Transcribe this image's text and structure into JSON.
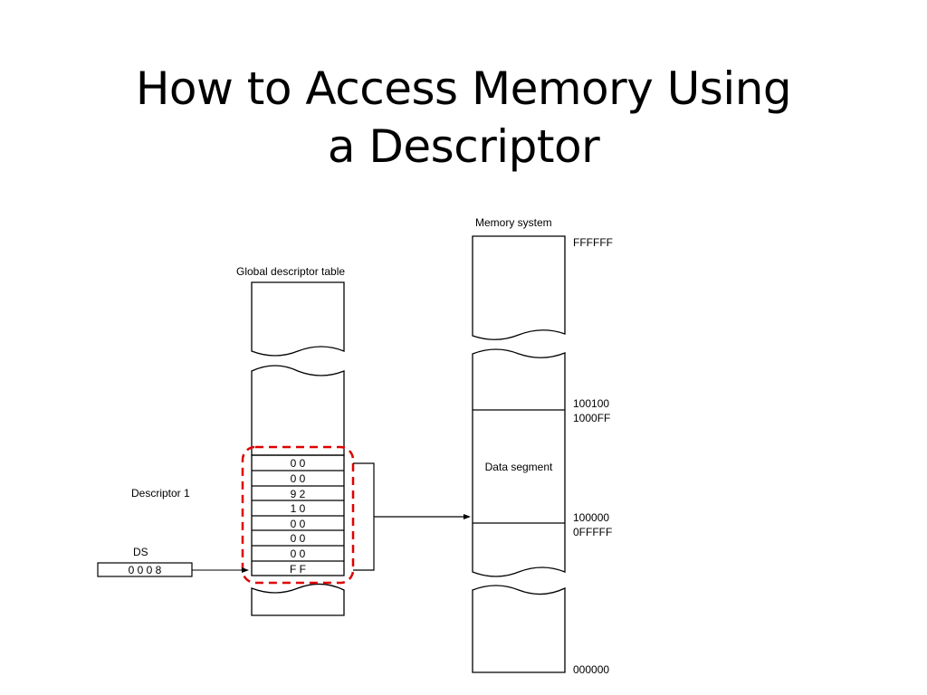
{
  "slide": {
    "title_line1": "How to Access Memory Using",
    "title_line2": "a Descriptor"
  },
  "gdt": {
    "label": "Global descriptor table",
    "descriptor_label": "Descriptor 1",
    "bytes": [
      "0 0",
      "0 0",
      "9 2",
      "1 0",
      "0 0",
      "0 0",
      "0 0",
      "F F"
    ],
    "highlight_color": "#e00000"
  },
  "ds": {
    "label": "DS",
    "value": "0 0 0 8"
  },
  "memory": {
    "label": "Memory system",
    "addresses": {
      "top": "FFFFFF",
      "upper_a": "100100",
      "upper_b": "1000FF",
      "lower_a": "100000",
      "lower_b": "0FFFFF",
      "bottom": "000000"
    },
    "segment_label": "Data segment"
  }
}
